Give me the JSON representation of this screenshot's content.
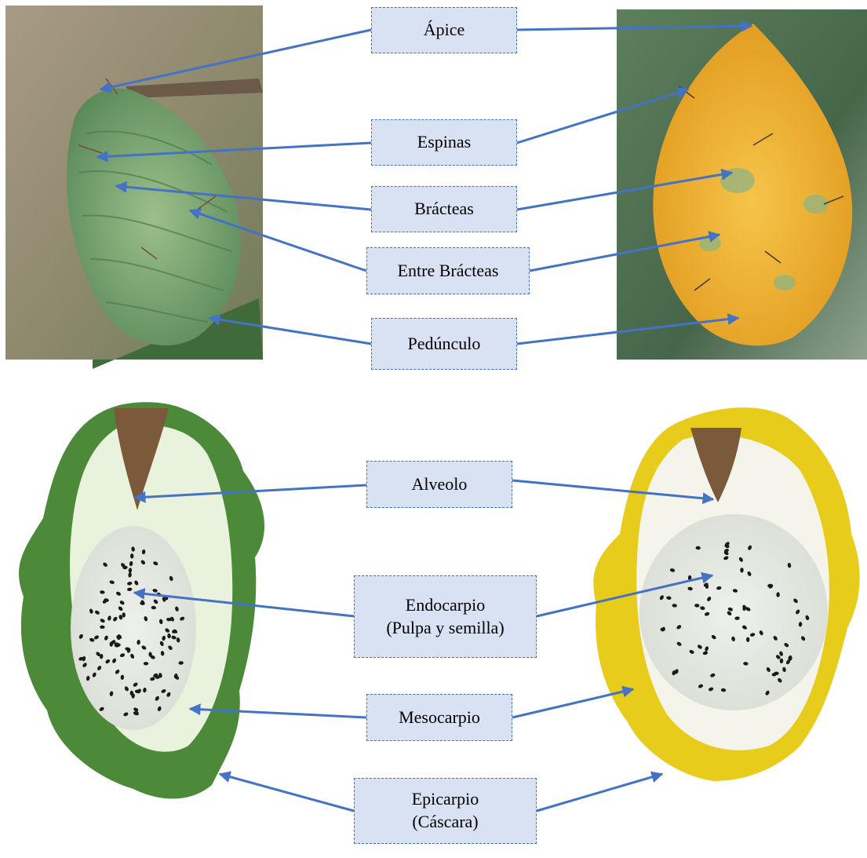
{
  "colors": {
    "arrow": "#4472c4",
    "box_fill": "#d9e2f3",
    "box_border": "#4472c4"
  },
  "labels": {
    "apice": "Ápice",
    "espinas": "Espinas",
    "bracteas": "Brácteas",
    "entre_bracteas": "Entre Brácteas",
    "pedunculo": "Pedúnculo",
    "alveolo": "Alveolo",
    "endocarpio_line1": "Endocarpio",
    "endocarpio_line2": "(Pulpa y semilla)",
    "mesocarpio": "Mesocarpio",
    "epicarpio_line1": "Epicarpio",
    "epicarpio_line2": "(Cáscara)"
  },
  "images": {
    "top_left": "green-fruit-photo",
    "top_right": "yellow-fruit-photo",
    "bottom_left": "green-fruit-cross-section",
    "bottom_right": "yellow-fruit-cross-section"
  }
}
